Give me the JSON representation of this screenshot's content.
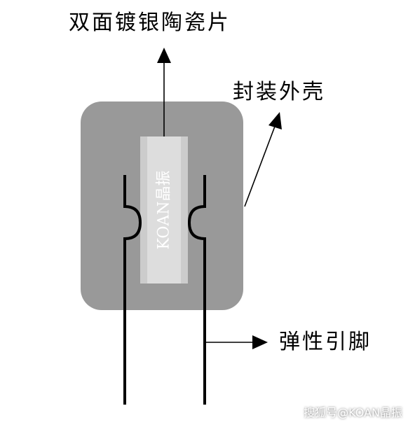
{
  "labels": {
    "ceramic_plate": "双面镀银陶瓷片",
    "package_shell": "封装外壳",
    "elastic_pins": "弹性引脚"
  },
  "plate_mark": "KOAN晶振",
  "watermark": "搜狐号@KOAN晶振",
  "colors": {
    "shell": "#999999",
    "plate_outer": "#cccccc",
    "plate_inner": "#dddddd",
    "line": "#000000",
    "background": "#ffffff"
  }
}
